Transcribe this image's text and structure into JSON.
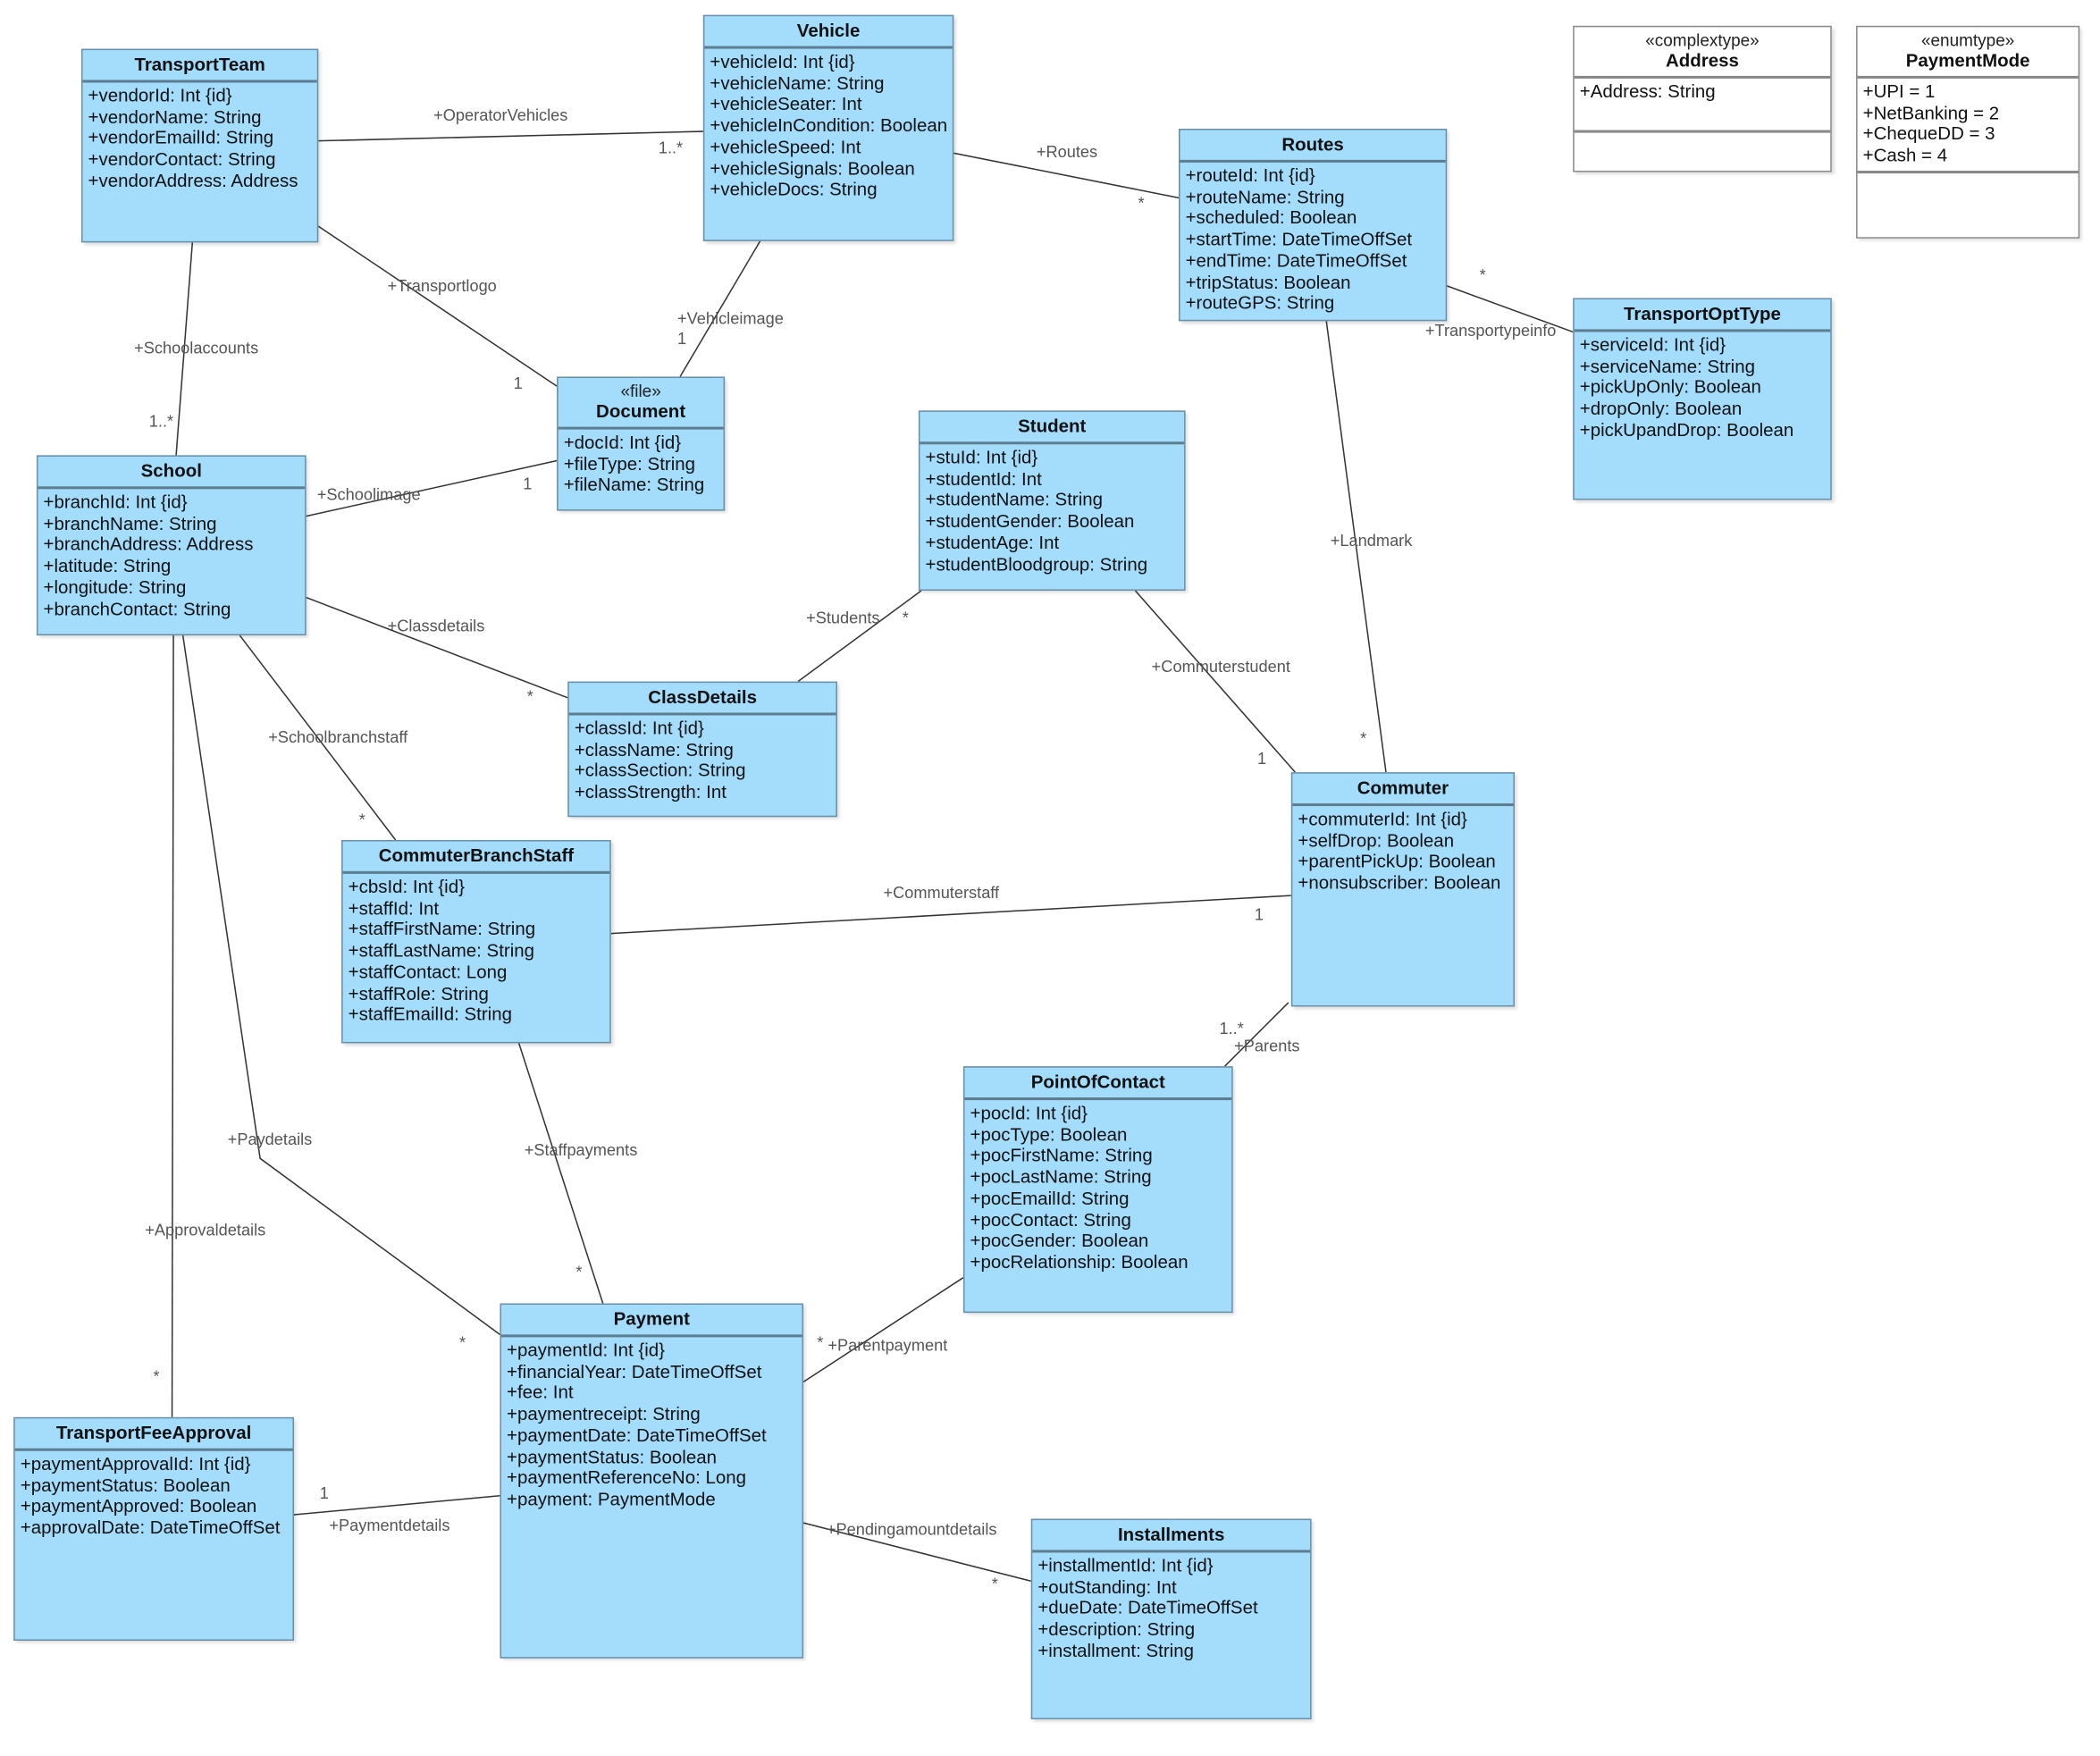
{
  "classes": [
    {
      "id": "transport-team",
      "name": "TransportTeam",
      "attributes": [
        "+vendorId: Int {id}",
        "+vendorName: String",
        "+vendorEmailId: String",
        "+vendorContact: String",
        "+vendorAddress: Address"
      ]
    },
    {
      "id": "vehicle",
      "name": "Vehicle",
      "attributes": [
        "+vehicleId: Int {id}",
        "+vehicleName: String",
        "+vehicleSeater: Int",
        "+vehicleInCondition: Boolean",
        "+vehicleSpeed: Int",
        "+vehicleSignals: Boolean",
        "+vehicleDocs: String"
      ]
    },
    {
      "id": "routes",
      "name": "Routes",
      "attributes": [
        "+routeId: Int {id}",
        "+routeName: String",
        "+scheduled: Boolean",
        "+startTime: DateTimeOffSet",
        "+endTime: DateTimeOffSet",
        "+tripStatus: Boolean",
        "+routeGPS: String"
      ]
    },
    {
      "id": "address",
      "stereotype": "«complextype»",
      "name": "Address",
      "attributes": [
        "+Address: String"
      ]
    },
    {
      "id": "payment-mode",
      "stereotype": "«enumtype»",
      "name": "PaymentMode",
      "attributes": [
        "+UPI = 1",
        "+NetBanking = 2",
        "+ChequeDD = 3",
        "+Cash = 4"
      ]
    },
    {
      "id": "transport-opt-type",
      "name": "TransportOptType",
      "attributes": [
        "+serviceId: Int {id}",
        "+serviceName: String",
        "+pickUpOnly: Boolean",
        "+dropOnly: Boolean",
        "+pickUpandDrop: Boolean"
      ]
    },
    {
      "id": "document",
      "stereotype": "«file»",
      "name": "Document",
      "attributes": [
        "+docId: Int {id}",
        "+fileType: String",
        "+fileName: String"
      ]
    },
    {
      "id": "student",
      "name": "Student",
      "attributes": [
        "+stuId: Int {id}",
        "+studentId: Int",
        "+studentName: String",
        "+studentGender: Boolean",
        "+studentAge: Int",
        "+studentBloodgroup: String"
      ]
    },
    {
      "id": "school",
      "name": "School",
      "attributes": [
        "+branchId: Int {id}",
        "+branchName: String",
        "+branchAddress: Address",
        "+latitude: String",
        "+longitude: String",
        "+branchContact: String"
      ]
    },
    {
      "id": "class-details",
      "name": "ClassDetails",
      "attributes": [
        "+classId: Int {id}",
        "+className: String",
        "+classSection: String",
        "+classStrength: Int"
      ]
    },
    {
      "id": "commuter",
      "name": "Commuter",
      "attributes": [
        "+commuterId: Int {id}",
        "+selfDrop: Boolean",
        "+parentPickUp: Boolean",
        "+nonsubscriber: Boolean"
      ]
    },
    {
      "id": "commuter-branch-staff",
      "name": "CommuterBranchStaff",
      "attributes": [
        "+cbsId: Int {id}",
        "+staffId: Int",
        "+staffFirstName: String",
        "+staffLastName: String",
        "+staffContact: Long",
        "+staffRole: String",
        "+staffEmailId: String"
      ]
    },
    {
      "id": "point-of-contact",
      "name": "PointOfContact",
      "attributes": [
        "+pocId: Int {id}",
        "+pocType: Boolean",
        "+pocFirstName: String",
        "+pocLastName: String",
        "+pocEmailId: String",
        "+pocContact: String",
        "+pocGender: Boolean",
        "+pocRelationship: Boolean"
      ]
    },
    {
      "id": "payment",
      "name": "Payment",
      "attributes": [
        "+paymentId: Int {id}",
        "+financialYear: DateTimeOffSet",
        "+fee: Int",
        "+paymentreceipt: String",
        "+paymentDate: DateTimeOffSet",
        "+paymentStatus: Boolean",
        "+paymentReferenceNo: Long",
        "+payment: PaymentMode"
      ]
    },
    {
      "id": "transport-fee-approval",
      "name": "TransportFeeApproval",
      "attributes": [
        "+paymentApprovalId: Int {id}",
        "+paymentStatus: Boolean",
        "+paymentApproved: Boolean",
        "+approvalDate: DateTimeOffSet"
      ]
    },
    {
      "id": "installments",
      "name": "Installments",
      "attributes": [
        "+installmentId: Int {id}",
        "+outStanding: Int",
        "+dueDate: DateTimeOffSet",
        "+description: String",
        "+installment: String"
      ]
    }
  ],
  "associations": [
    {
      "label": "+OperatorVehicles",
      "multiplicity": "1..*"
    },
    {
      "label": "+Routes",
      "multiplicity": "*"
    },
    {
      "label": "+Transportlogo",
      "multiplicity": "1"
    },
    {
      "label": "+Vehicleimage",
      "multiplicity": "1"
    },
    {
      "label": "+Schoolaccounts",
      "multiplicity": "1..*"
    },
    {
      "label": "+Schoolimage",
      "multiplicity": "1"
    },
    {
      "label": "+Transportypeinfo",
      "multiplicity": "*"
    },
    {
      "label": "+Landmark",
      "multiplicity": "*"
    },
    {
      "label": "+Classdetails",
      "multiplicity": "*"
    },
    {
      "label": "+Students",
      "multiplicity": "*"
    },
    {
      "label": "+Commuterstudent",
      "multiplicity": "1"
    },
    {
      "label": "+Schoolbranchstaff",
      "multiplicity": "*"
    },
    {
      "label": "+Commuterstaff",
      "multiplicity": "1"
    },
    {
      "label": "+Parents",
      "multiplicity": "1..*"
    },
    {
      "label": "+Staffpayments",
      "multiplicity": "*"
    },
    {
      "label": "+Paydetails",
      "multiplicity": "*"
    },
    {
      "label": "+Approvaldetails",
      "multiplicity": "*"
    },
    {
      "label": "+Parentpayment",
      "multiplicity": "*"
    },
    {
      "label": "+Paymentdetails",
      "multiplicity": "1"
    },
    {
      "label": "+Pendingamountdetails",
      "multiplicity": "*"
    }
  ],
  "colors": {
    "class_fill": "#a3ddfb",
    "type_fill": "#ffffff",
    "line": "#333333"
  }
}
